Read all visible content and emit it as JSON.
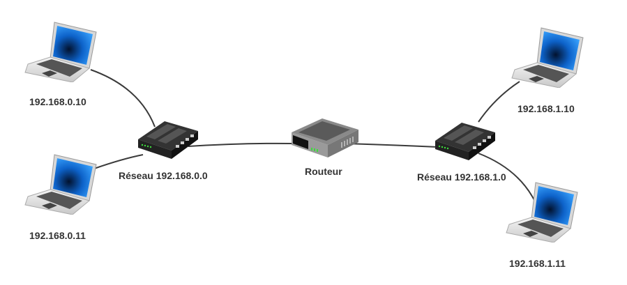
{
  "diagram": {
    "type": "network-topology",
    "nodes": [
      {
        "id": "pc1",
        "kind": "laptop",
        "label": "192.168.0.10"
      },
      {
        "id": "pc2",
        "kind": "laptop",
        "label": "192.168.0.11"
      },
      {
        "id": "sw1",
        "kind": "switch",
        "label": "Réseau 192.168.0.0"
      },
      {
        "id": "router",
        "kind": "router",
        "label": "Routeur"
      },
      {
        "id": "sw2",
        "kind": "switch",
        "label": "Réseau 192.168.1.0"
      },
      {
        "id": "pc3",
        "kind": "laptop",
        "label": "192.168.1.10"
      },
      {
        "id": "pc4",
        "kind": "laptop",
        "label": "192.168.1.11"
      }
    ],
    "edges": [
      {
        "from": "pc1",
        "to": "sw1"
      },
      {
        "from": "pc2",
        "to": "sw1"
      },
      {
        "from": "sw1",
        "to": "router"
      },
      {
        "from": "router",
        "to": "sw2"
      },
      {
        "from": "sw2",
        "to": "pc3"
      },
      {
        "from": "sw2",
        "to": "pc4"
      }
    ],
    "colors": {
      "cable": "#3a3a3a",
      "screen": "#1e88e5",
      "led": "#3ddc3d"
    }
  }
}
